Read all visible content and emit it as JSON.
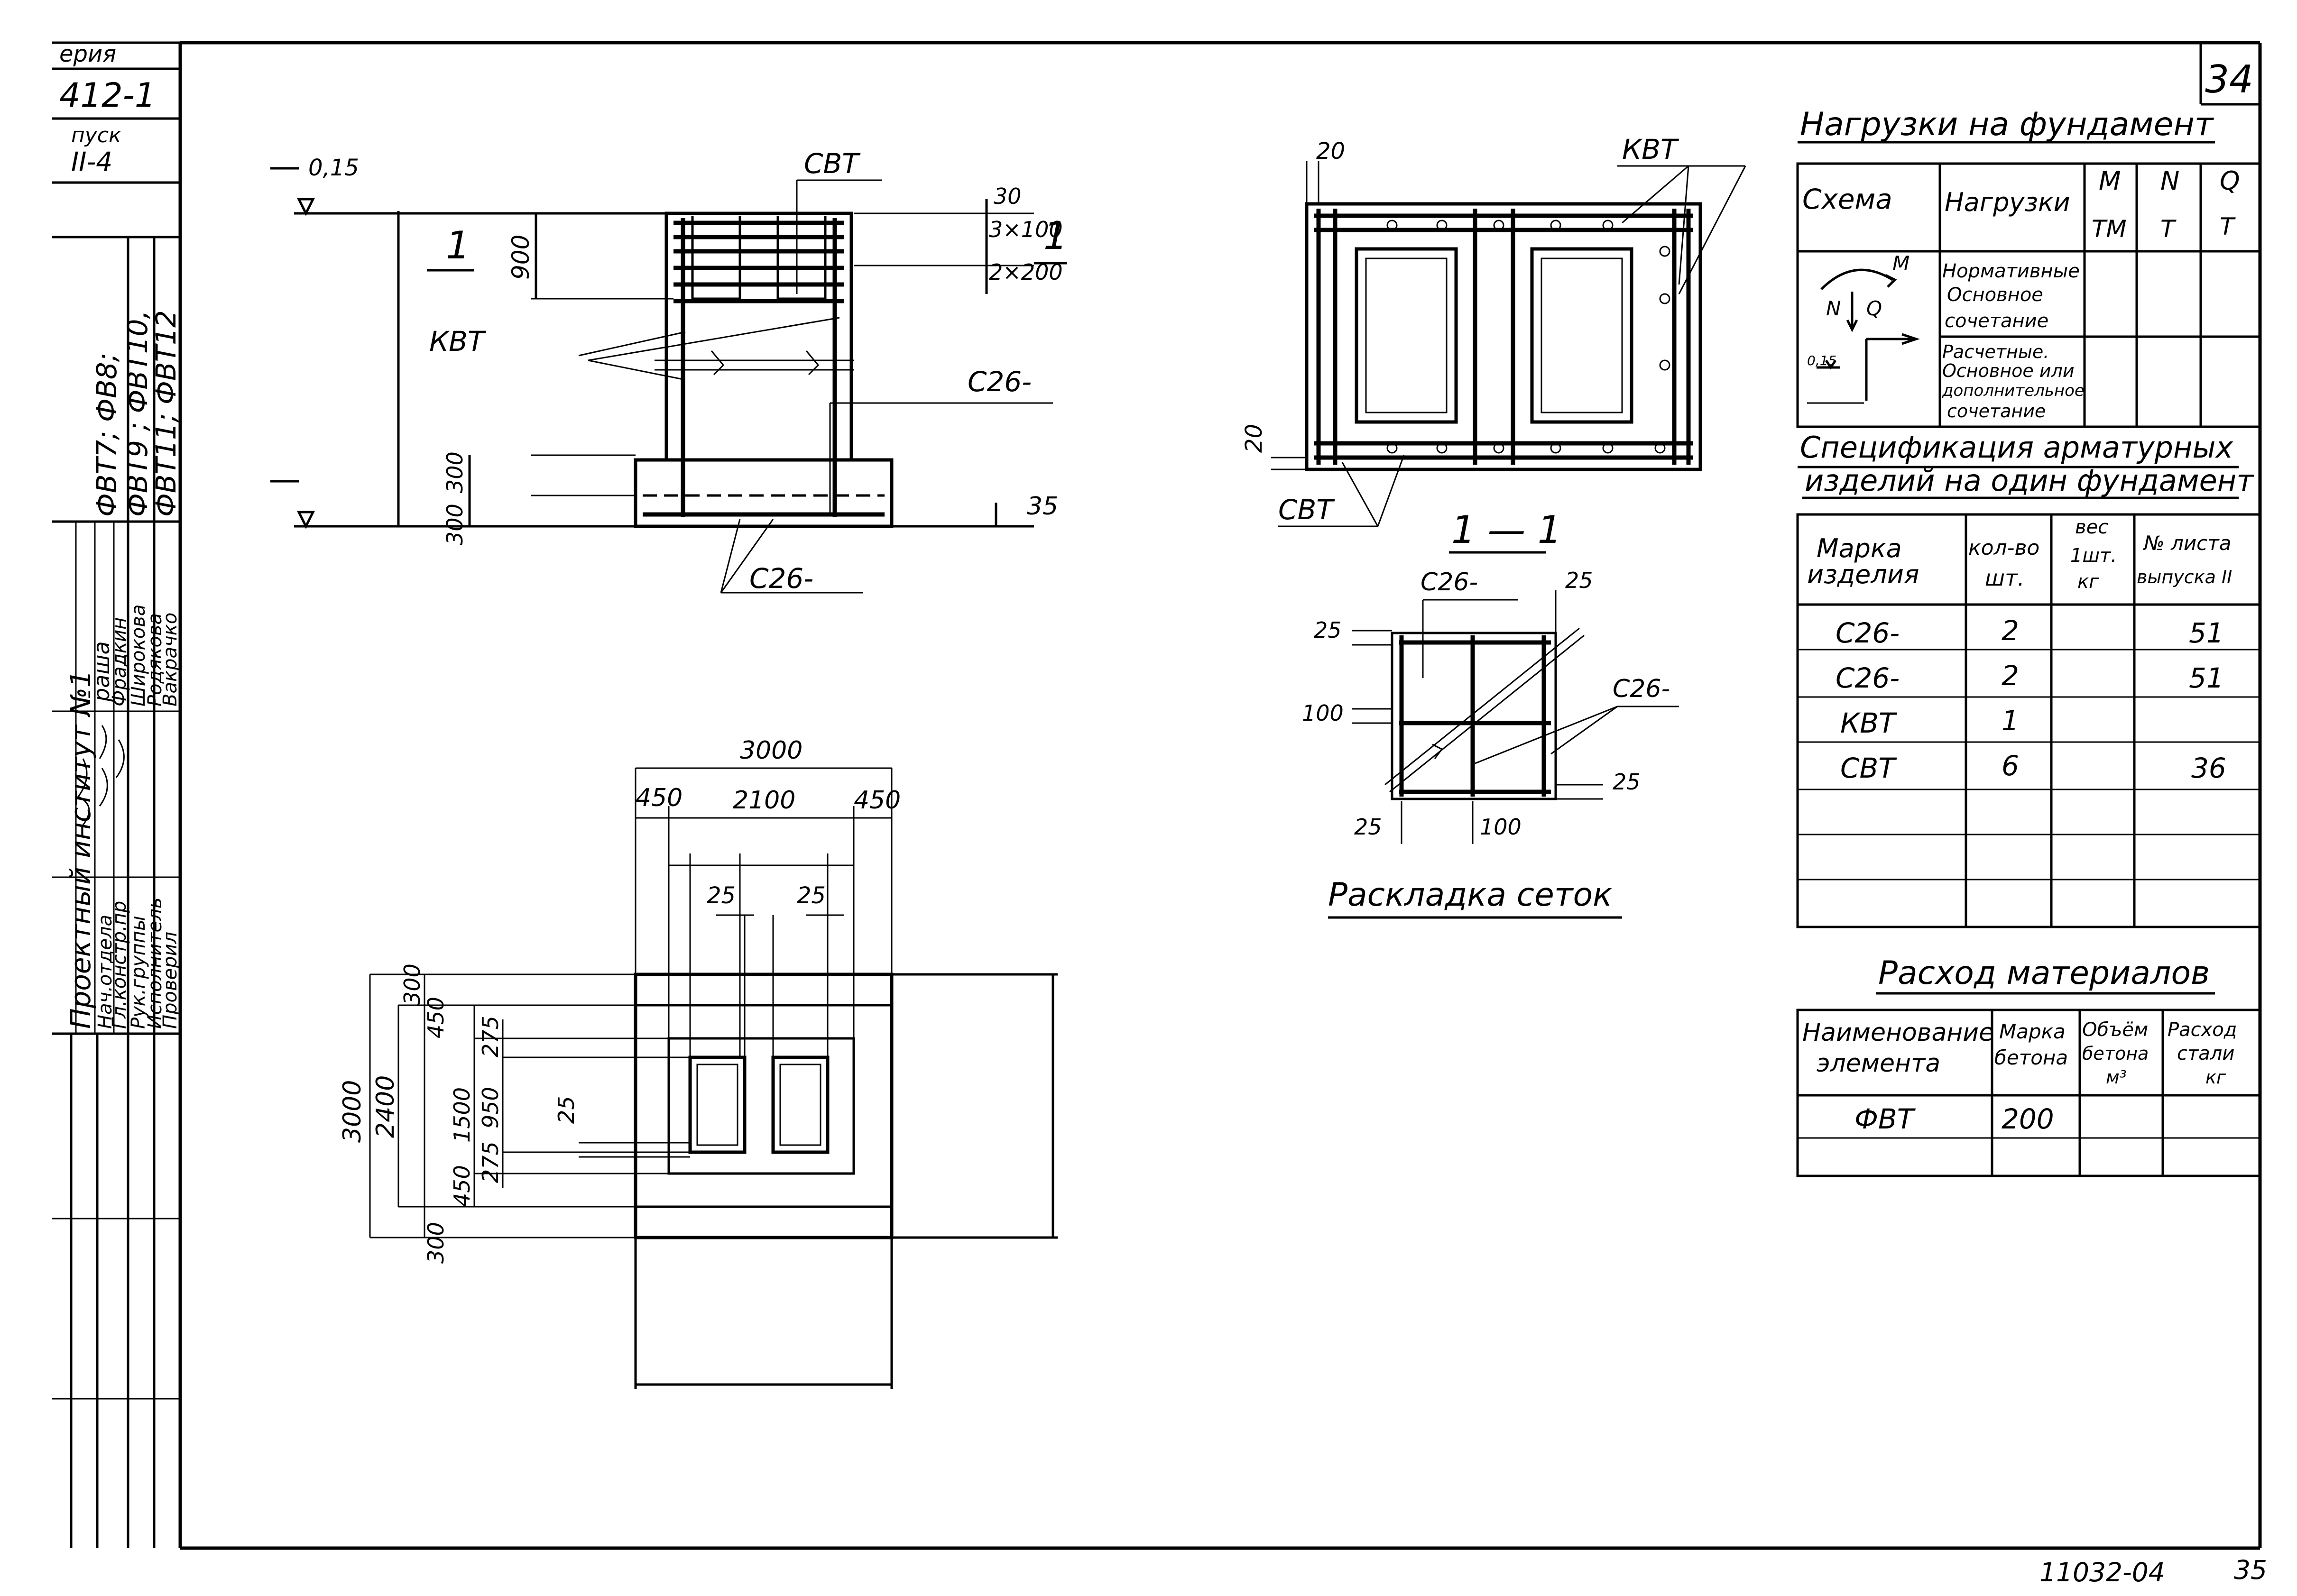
{
  "sheet": {
    "number": "34",
    "footer": "11032-04",
    "footer_page": "35"
  },
  "stamp": {
    "series_label": "ерия",
    "series": "412-1",
    "issue_label": "пуск",
    "issue": "II-4",
    "marks": [
      "ФВТ7; ФВ8;",
      "ФВТ9 ; ФВТ10,",
      "ФВТ11; ФВТ12"
    ],
    "org": "Проектный институт №1",
    "roles": [
      "Нач.отдела",
      "Гл.констр.пр",
      "Рук.группы",
      "Исполнитель",
      "Проверил"
    ],
    "col_head": "раша",
    "names": [
      "Фрадкин",
      "Широкова",
      "Родякова",
      "Вакрачко"
    ]
  },
  "section_view": {
    "title": "1",
    "cut_label": "1",
    "level_top": "0,15",
    "labels": {
      "svt": "СВТ",
      "kvt": "КВТ",
      "c26_right": "С26-",
      "c26_bottom": "С26-"
    },
    "dims": {
      "d900": "900",
      "d30": "30",
      "d3x100": "3×100",
      "d2x200": "2×200",
      "d300a": "300",
      "d300b": "300",
      "d35": "35"
    }
  },
  "plan_view": {
    "dims": {
      "overall": "3000",
      "left": "450",
      "mid": "2100",
      "right": "450",
      "gap1": "25",
      "gap2": "25",
      "side": "3000",
      "inner": "2400",
      "r300a": "300",
      "r450a": "450",
      "r1500": "1500",
      "r275a": "275",
      "r950": "950",
      "r275b": "275",
      "r450b": "450",
      "r300b": "300",
      "r25": "25"
    }
  },
  "frame_view": {
    "labels": {
      "kvt": "КВТ",
      "svt": "СВТ"
    },
    "dims": {
      "d20a": "20",
      "d20b": "20"
    }
  },
  "section_11": {
    "title": "1 — 1",
    "caption": "Раскладка сеток",
    "labels": {
      "c26a": "С26-",
      "c26b": "С26-"
    },
    "dims": {
      "d25a": "25",
      "d25b": "25",
      "d100a": "100",
      "d25c": "25",
      "d25d": "25",
      "d100b": "100"
    }
  },
  "loads": {
    "title": "Нагрузки на фундамент",
    "headers": {
      "scheme": "Схема",
      "loads": "Нагрузки",
      "m": "M",
      "m_unit": "ТМ",
      "n": "N",
      "n_unit": "Т",
      "q": "Q",
      "q_unit": "Т"
    },
    "row1": [
      "Нормативные",
      "Основное",
      "сочетание"
    ],
    "row2": [
      "Расчетные.",
      "Основное или",
      "дополнительное",
      "сочетание"
    ],
    "scheme_labels": {
      "m": "M",
      "n": "N",
      "q": "Q",
      "lvl": "0,15"
    }
  },
  "spec": {
    "title1": "Спецификация арматурных",
    "title2": "изделий на один фундамент",
    "headers": {
      "mark": [
        "Марка",
        "изделия"
      ],
      "qty": [
        "кол-во",
        "шт."
      ],
      "weight": [
        "вес",
        "1шт.",
        "кг"
      ],
      "sheet": [
        "№ листа",
        "выпуска II"
      ]
    },
    "rows": [
      {
        "mark": "С26-",
        "qty": "2",
        "weight": "",
        "sheet": "51"
      },
      {
        "mark": "С26-",
        "qty": "2",
        "weight": "",
        "sheet": "51"
      },
      {
        "mark": "КВТ",
        "qty": "1",
        "weight": "",
        "sheet": ""
      },
      {
        "mark": "СВТ",
        "qty": "6",
        "weight": "",
        "sheet": "36"
      }
    ]
  },
  "materials": {
    "title": "Расход материалов",
    "headers": {
      "name": [
        "Наименование",
        "элемента"
      ],
      "grade": [
        "Марка",
        "бетона"
      ],
      "volume": [
        "Объём",
        "бетона",
        "м³"
      ],
      "steel": [
        "Расход",
        "стали",
        "кг"
      ]
    },
    "rows": [
      {
        "name": "ФВТ",
        "grade": "200",
        "volume": "",
        "steel": ""
      }
    ]
  }
}
